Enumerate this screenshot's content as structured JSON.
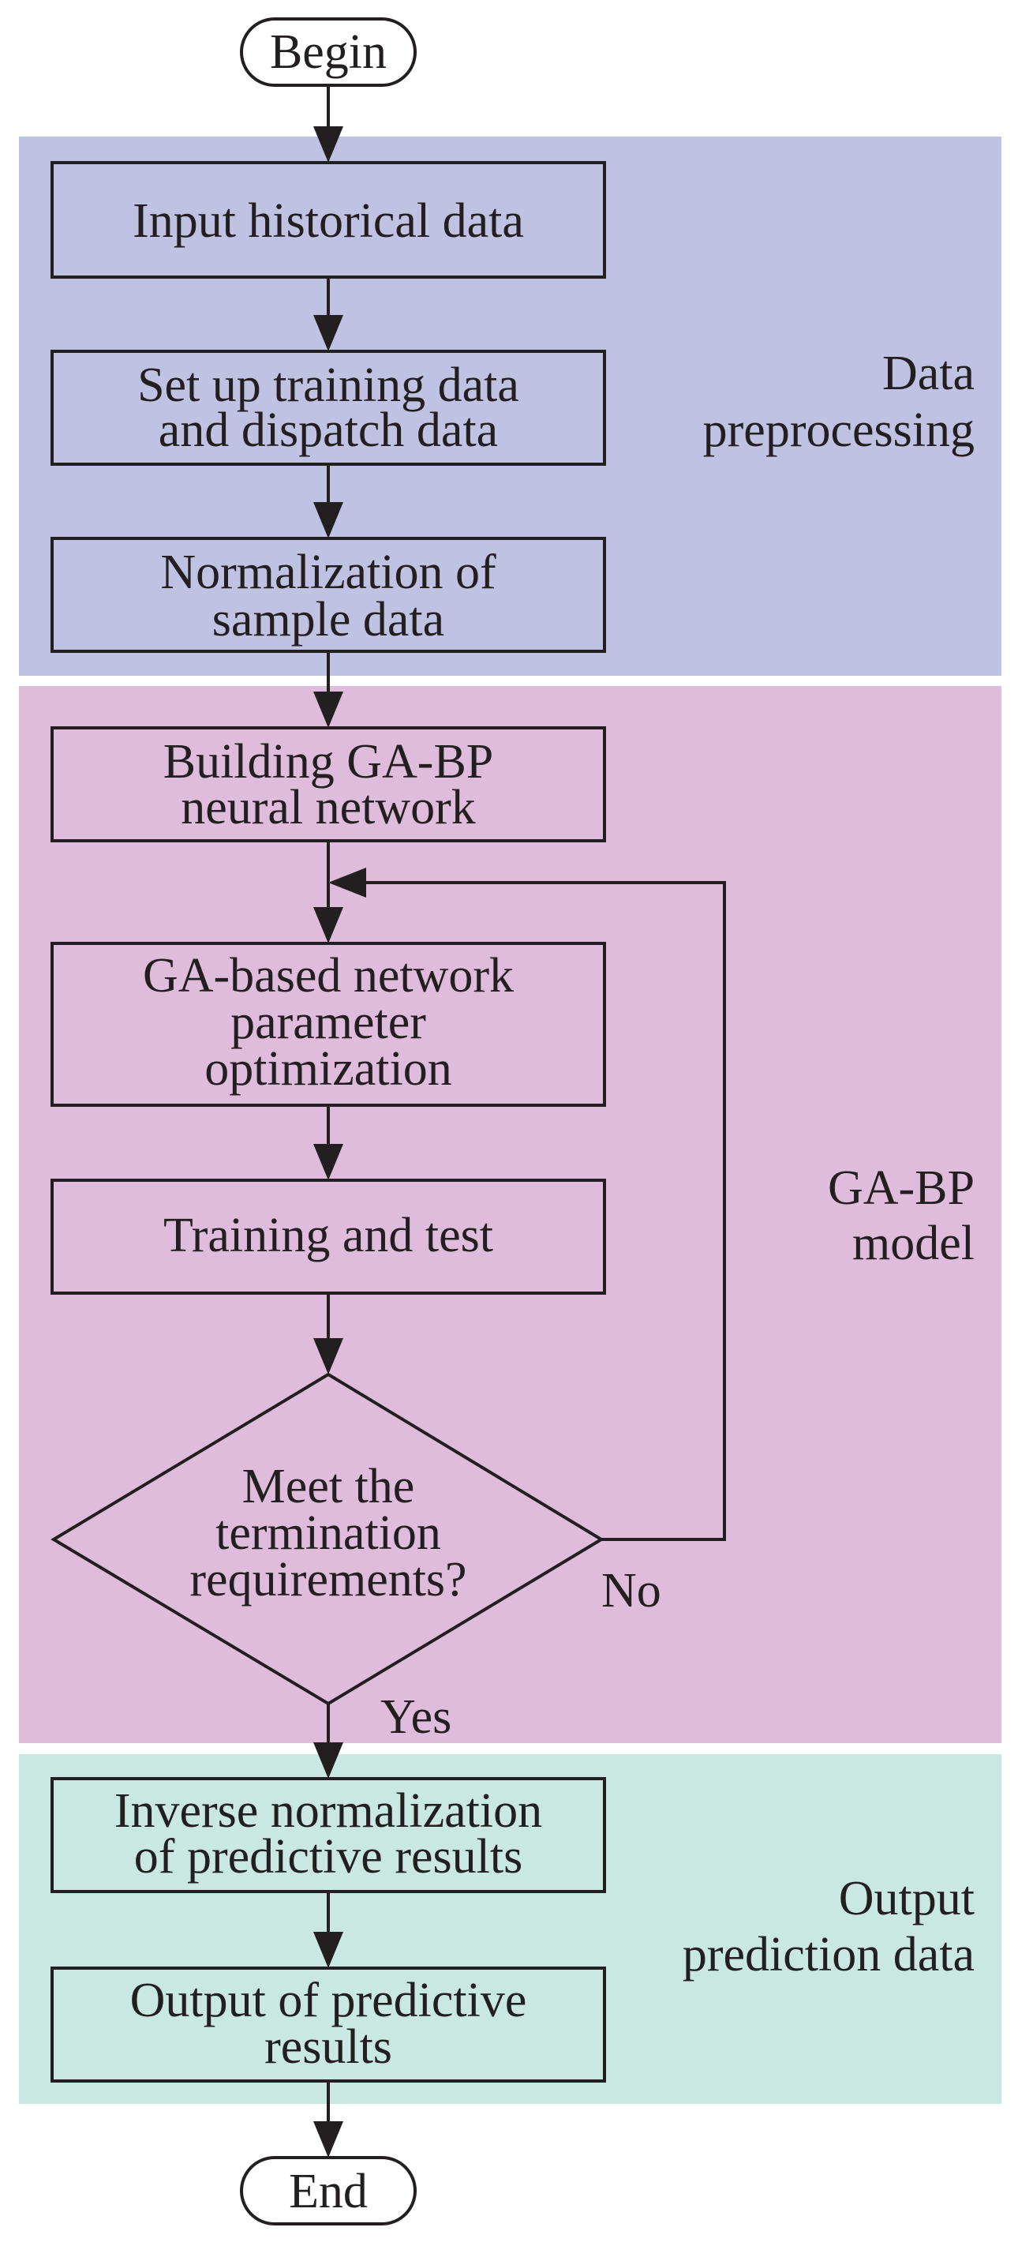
{
  "colors": {
    "stroke": "#231f20",
    "band_preprocessing": "#bfc2e2",
    "band_model": "#dfbcdb",
    "band_output": "#c9e8e2"
  },
  "terminals": {
    "begin": "Begin",
    "end": "End"
  },
  "sections": {
    "preprocessing": {
      "line1": "Data",
      "line2": "preprocessing"
    },
    "model": {
      "line1": "GA-BP",
      "line2": "model"
    },
    "output": {
      "line1": "Output",
      "line2": "prediction data"
    }
  },
  "steps": {
    "input": {
      "line1": "Input historical data"
    },
    "setup": {
      "line1": "Set up training data",
      "line2": "and dispatch data"
    },
    "normalize": {
      "line1": "Normalization of",
      "line2": "sample data"
    },
    "build": {
      "line1": "Building GA-BP",
      "line2": "neural network"
    },
    "optimize": {
      "line1": "GA-based network",
      "line2": "parameter",
      "line3": "optimization"
    },
    "train": {
      "line1": "Training and test"
    },
    "decision": {
      "line1": "Meet the",
      "line2": "termination",
      "line3": "requirements?"
    },
    "inverse": {
      "line1": "Inverse normalization",
      "line2": "of predictive results"
    },
    "output": {
      "line1": "Output of predictive",
      "line2": "results"
    }
  },
  "branches": {
    "no": "No",
    "yes": "Yes"
  }
}
